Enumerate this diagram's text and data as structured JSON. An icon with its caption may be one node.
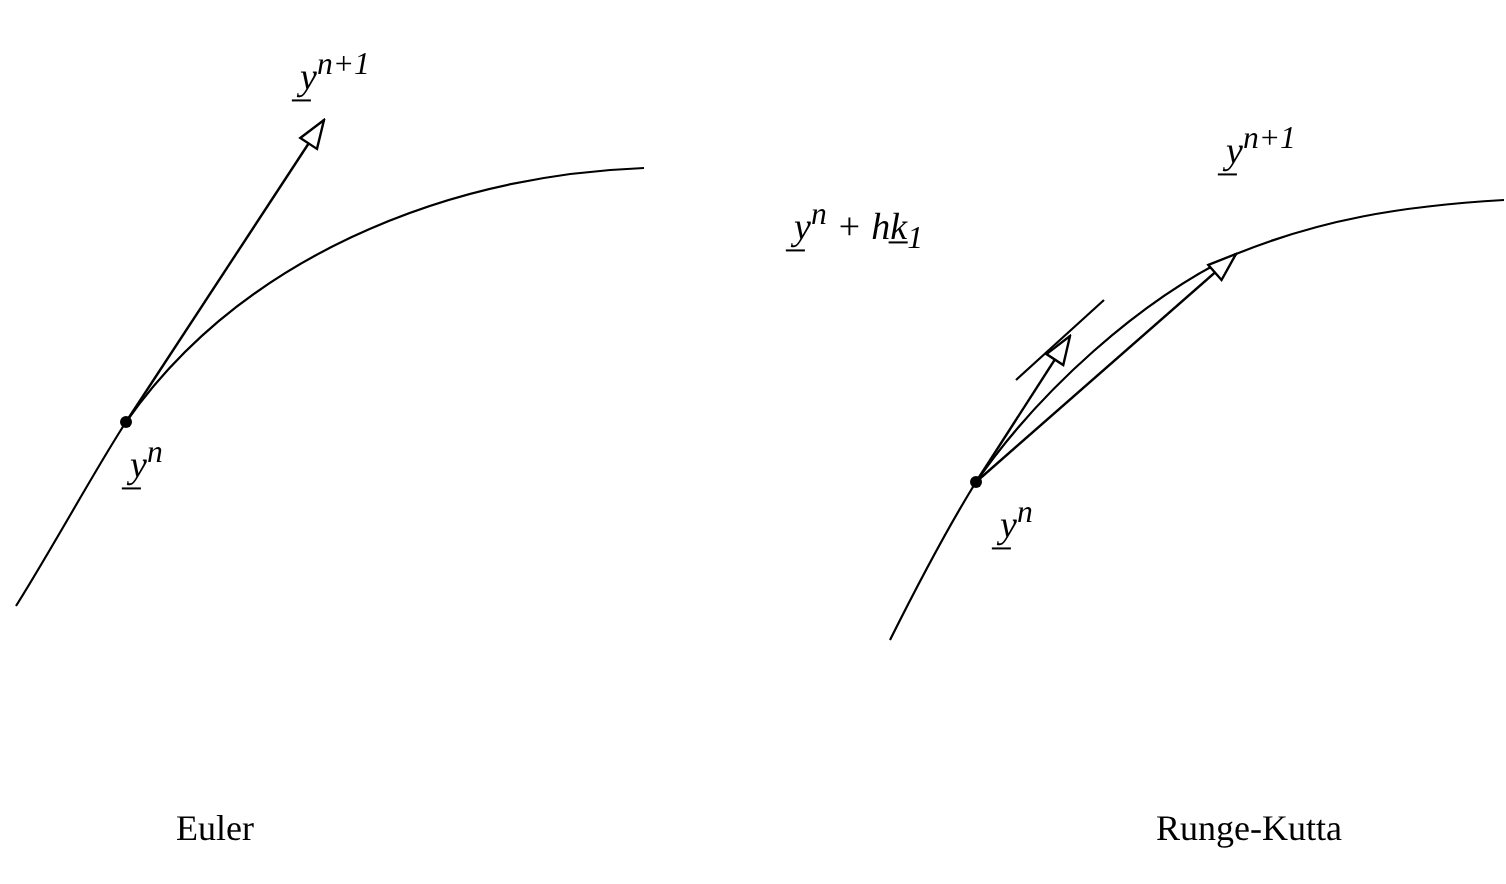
{
  "diagram": {
    "nodes": [
      {
        "text": [
          "y̲$^{n}$"
        ]
      },
      {
        "text": [
          "y̲$^{n+1}$"
        ]
      },
      {
        "text": [
          "y̲$^{n}$"
        ]
      },
      {
        "text": [
          "y̲$^{n}$ + hk̲$_{1}$"
        ]
      },
      {
        "text": [
          "y̲$^{n+1}$"
        ]
      }
    ],
    "edges": [
      {
        "from": 0,
        "to": 1,
        "arrow": "to"
      },
      {
        "from": 2,
        "to": 3,
        "arrow": "to"
      },
      {
        "from": 2,
        "to": 4,
        "arrow": "to"
      }
    ],
    "labels": [
      "Euler",
      "Runge-Kutta"
    ]
  }
}
